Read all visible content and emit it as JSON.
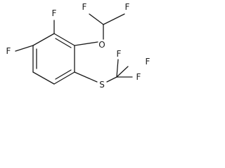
{
  "molecule": {
    "atoms": {
      "f_ring_top": "F",
      "f_ring_left": "F",
      "o_ether": "O",
      "f_chf2_left": "F",
      "f_chf2_right": "F",
      "s_thioether": "S",
      "f_cf3_top_left": "F",
      "f_cf3_top_right": "F",
      "f_cf3_right": "F"
    }
  }
}
